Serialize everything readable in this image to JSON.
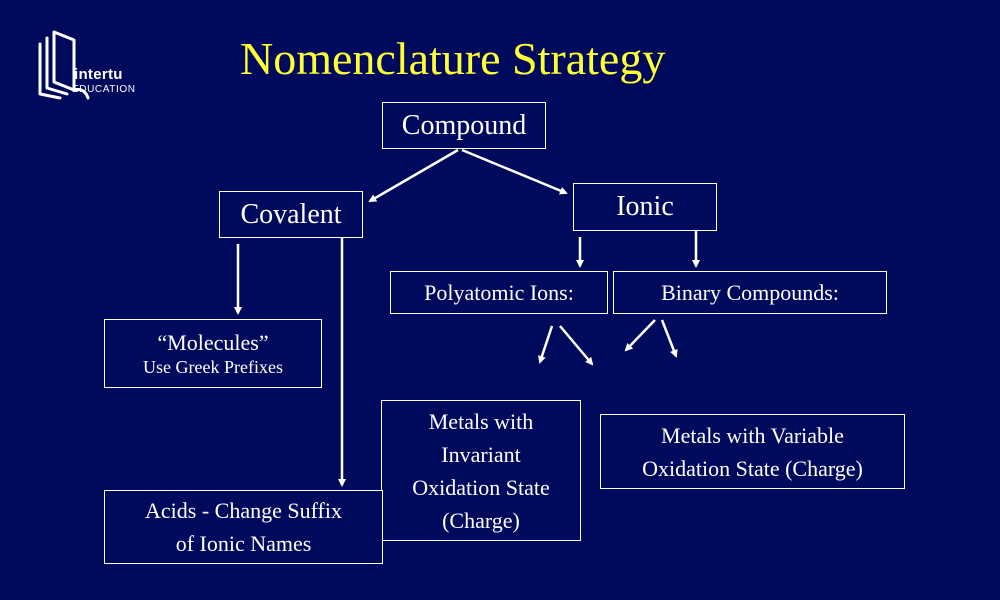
{
  "logo": {
    "word": "intertu",
    "sub": "EDUCATION"
  },
  "title": "Nomenclature Strategy",
  "nodes": {
    "compound": "Compound",
    "covalent": "Covalent",
    "ionic": "Ionic",
    "molecules": {
      "line1": "“Molecules”",
      "line2": "Use Greek Prefixes"
    },
    "acids": {
      "line1": "Acids - Change Suffix",
      "line2": "of Ionic Names"
    },
    "polyatomic": "Polyatomic Ions:",
    "binary": "Binary Compounds:",
    "invariant": {
      "line1": "Metals with",
      "line2": "Invariant",
      "line3": "Oxidation State",
      "line4": "(Charge)"
    },
    "variable": {
      "line1": "Metals with Variable",
      "line2": "Oxidation State (Charge)"
    }
  },
  "colors": {
    "background": "#000a5c",
    "title": "#ffff33",
    "lines": "#ffffff"
  }
}
